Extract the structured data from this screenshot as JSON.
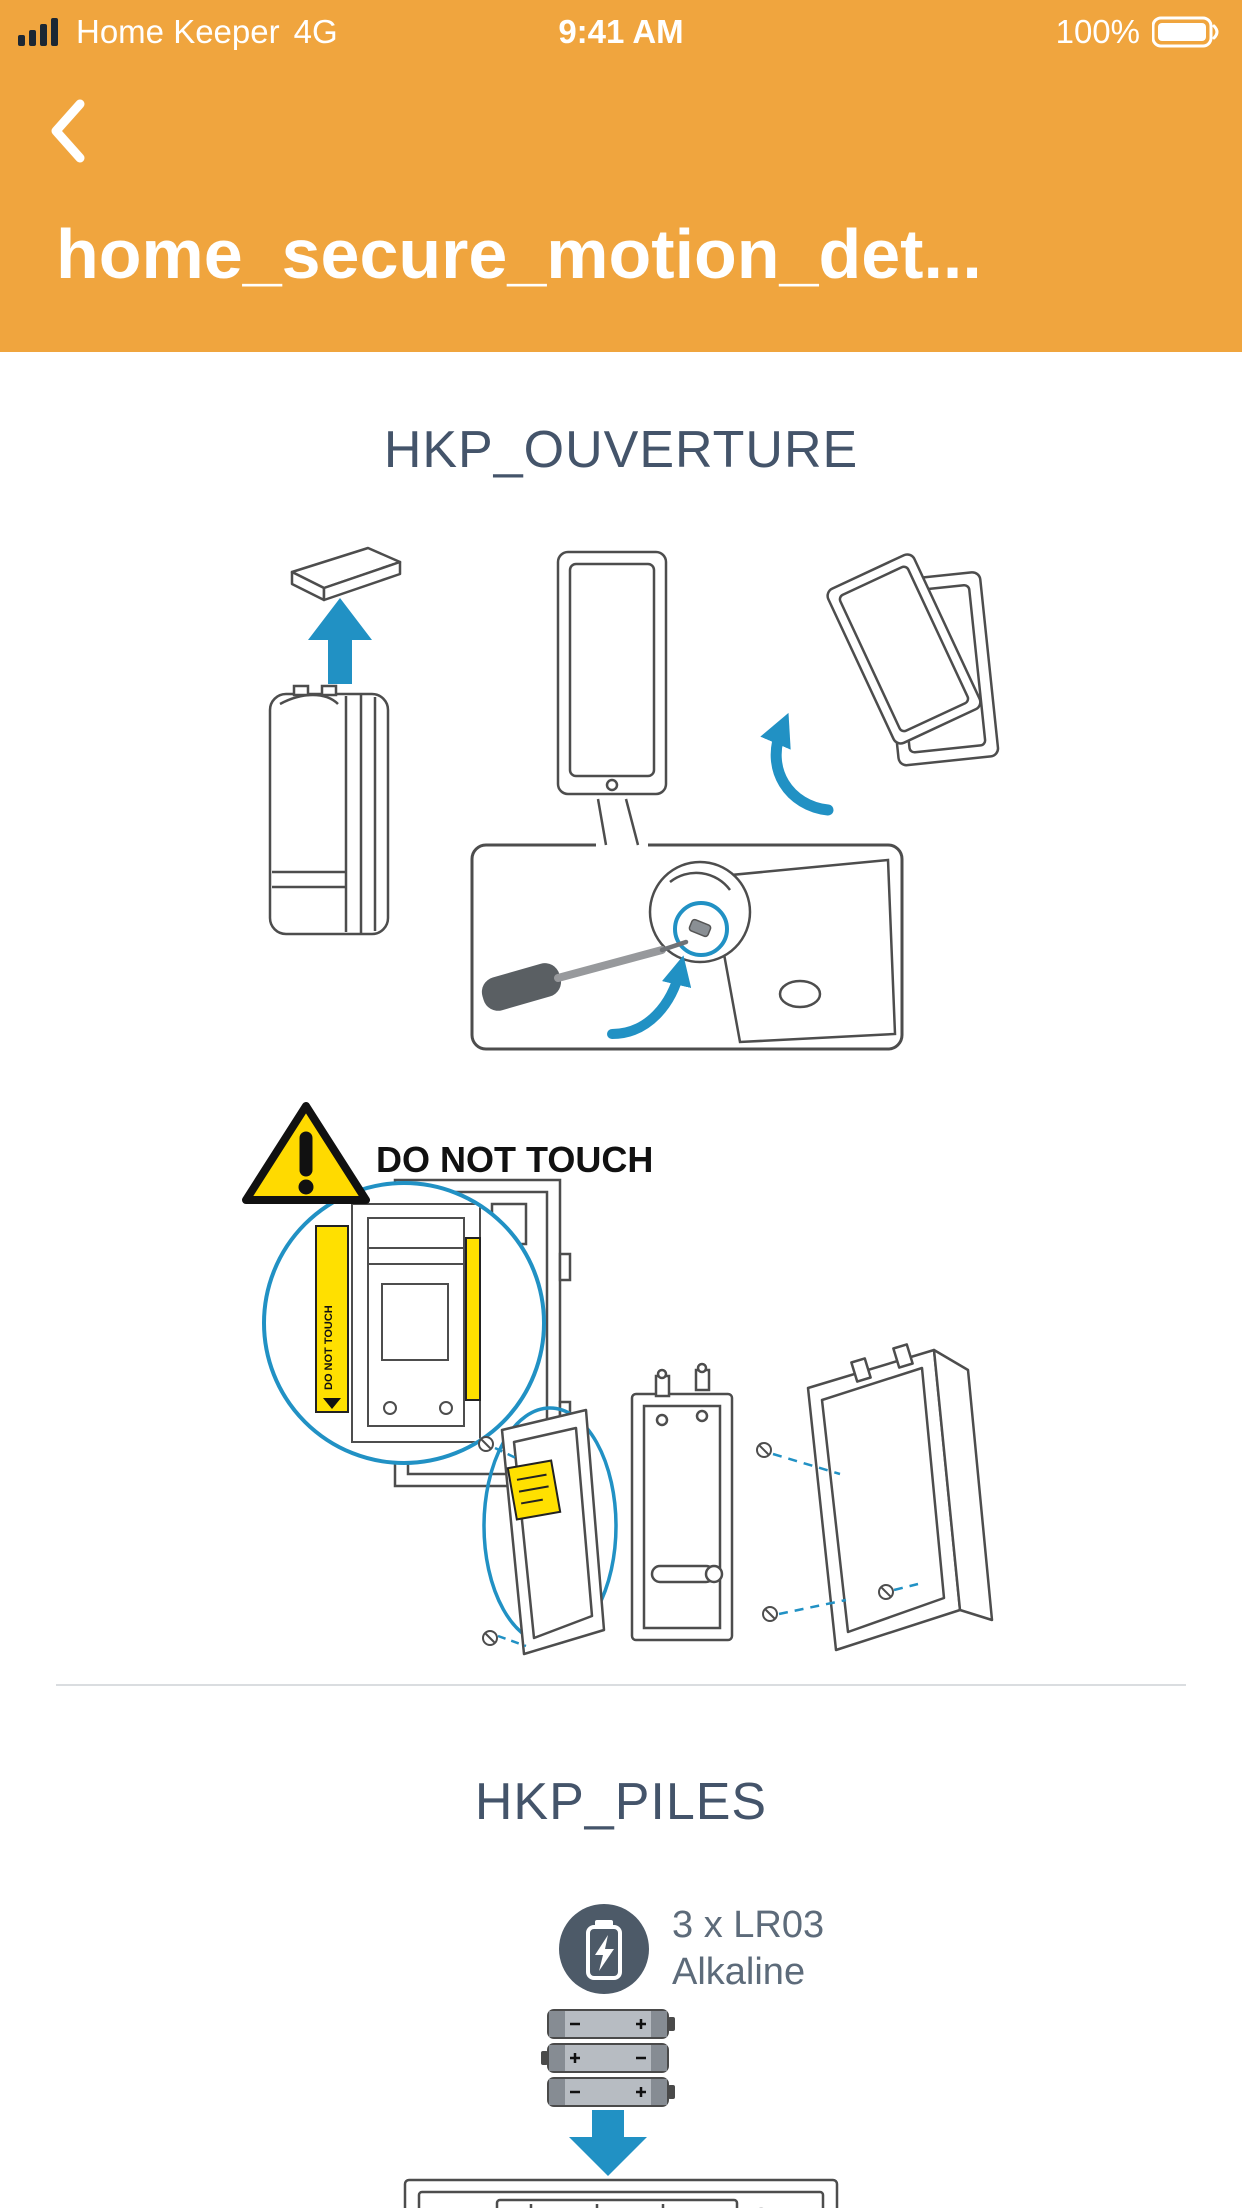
{
  "status_bar": {
    "carrier": "Home Keeper",
    "network": "4G",
    "time": "9:41 AM",
    "battery_percent": "100%"
  },
  "nav": {
    "title": "home_secure_motion_det..."
  },
  "manual": {
    "section_ouverture": {
      "heading": "HKP_OUVERTURE",
      "warning_text": "DO NOT TOUCH",
      "warning_tab_text": "DO NOT TOUCH"
    },
    "section_piles": {
      "heading": "HKP_PILES",
      "battery_count": "3 x LR03",
      "battery_type": "Alkaline"
    }
  },
  "colors": {
    "header_orange": "#F0A53E",
    "accent_blue": "#2191C4",
    "heading_slate": "#44546A",
    "warning_yellow": "#FFDA00",
    "highlight_yellow": "#FFE000",
    "battery_icon_slate": "#4D5A68"
  },
  "icons": {
    "signal": "signal-bars-icon",
    "back": "chevron-left-icon",
    "status_battery": "battery-full-icon",
    "warning": "warning-triangle-icon",
    "battery_spec": "battery-bolt-icon",
    "open_cover": "arrow-up-icon",
    "rotate_cover": "arrow-rotate-icon",
    "insert_batteries": "arrow-down-icon"
  }
}
